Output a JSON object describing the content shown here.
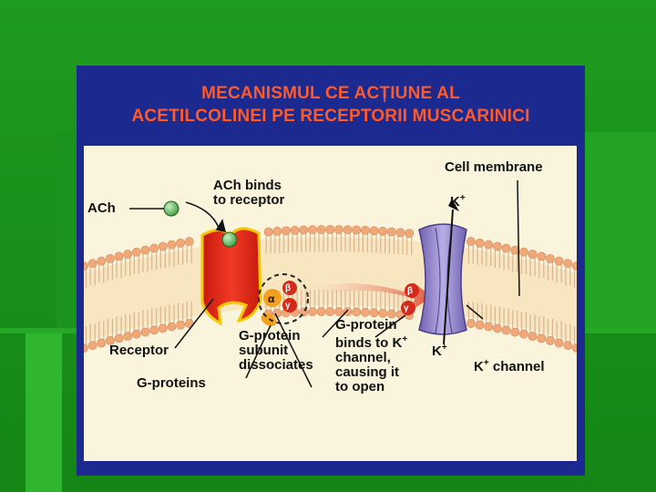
{
  "slide": {
    "title_line1": "MECANISMUL CE ACȚIUNE AL",
    "title_line2": "ACETILCOLINEI PE RECEPTORII MUSCARINICI"
  },
  "diagram": {
    "labels": {
      "ach": "ACh",
      "ach_binds_1": "ACh binds",
      "ach_binds_2": "to receptor",
      "cell_membrane": "Cell membrane",
      "k_top": "K",
      "k_bottom": "K",
      "k_channel": " channel",
      "k_channel_k": "K",
      "plus": "+",
      "receptor": "Receptor",
      "g_proteins": "G-proteins",
      "dissociates_1": "G-protein",
      "dissociates_2": "subunit",
      "dissociates_3": "dissociates",
      "binds_1": "G-protein",
      "binds_2a": "binds to ",
      "binds_2k": "K",
      "binds_3": "channel,",
      "binds_4": "causing it",
      "binds_5": "to open",
      "alpha": "α",
      "beta": "β",
      "gamma": "γ"
    },
    "colors": {
      "membrane_head": "#f0a878",
      "receptor": "#e8281c",
      "receptor_outline": "#f5c800",
      "channel": "#9b8fd0",
      "ach": "#6cc46c",
      "g_subunit": "#d42a1a"
    }
  }
}
